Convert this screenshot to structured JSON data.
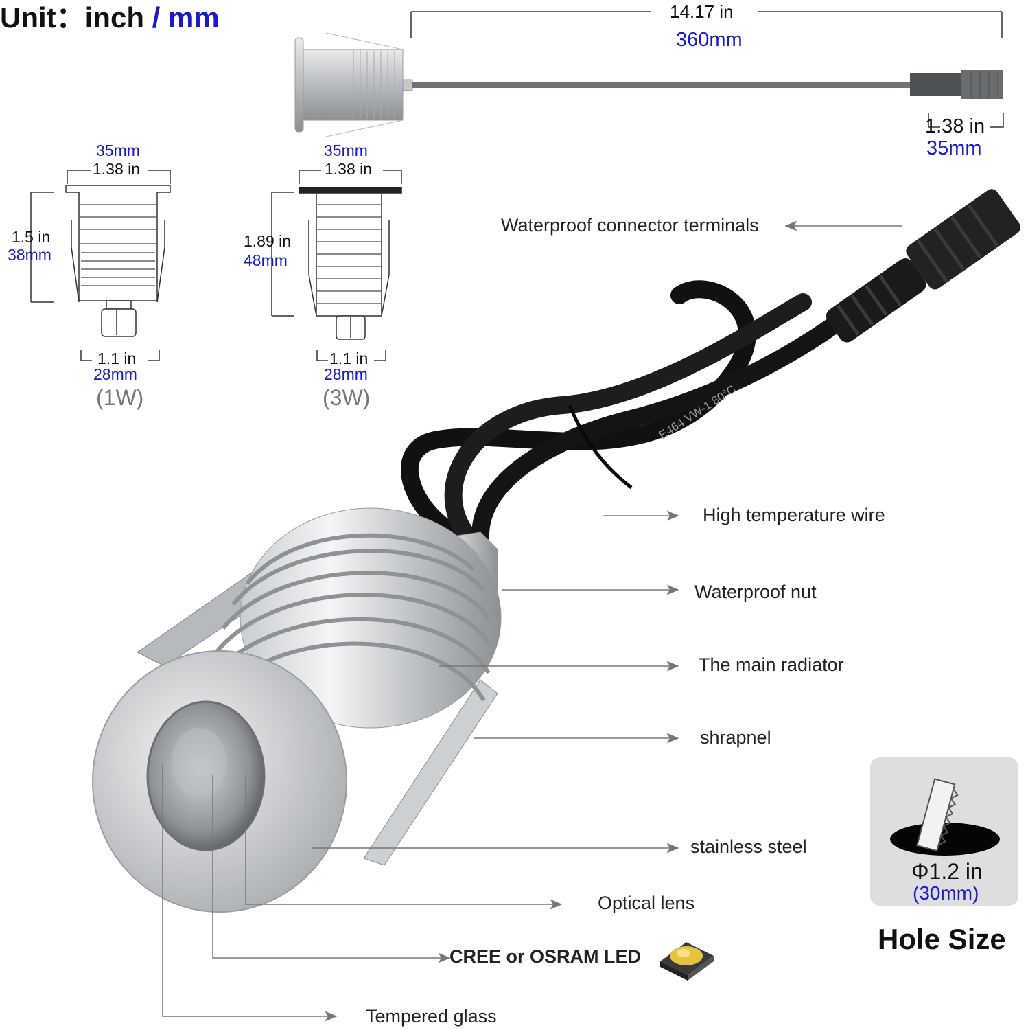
{
  "header": {
    "unit_prefix": "Unit：inch",
    "unit_mm": " / mm"
  },
  "cable": {
    "length_in": "14.17 in",
    "length_mm": "360mm",
    "connector_in": "1.38 in",
    "connector_mm": "35mm"
  },
  "model_1w": {
    "top_mm": "35mm",
    "top_in": "1.38 in",
    "height_in": "1.5 in",
    "height_mm": "38mm",
    "bottom_in": "1.1 in",
    "bottom_mm": "28mm",
    "power": "(1W)"
  },
  "model_3w": {
    "top_mm": "35mm",
    "top_in": "1.38 in",
    "height_in": "1.89 in",
    "height_mm": "48mm",
    "bottom_in": "1.1 in",
    "bottom_mm": "28mm",
    "power": "(3W)"
  },
  "callouts": {
    "connector": "Waterproof connector terminals",
    "wire": "High temperature wire",
    "nut": "Waterproof nut",
    "radiator": "The main radiator",
    "shrapnel": "shrapnel",
    "steel": "stainless steel",
    "lens": "Optical lens",
    "led": "CREE or OSRAM LED",
    "glass": "Tempered glass"
  },
  "wire_print": "E464   VW-1   80°C",
  "hole": {
    "size_in": "Φ1.2 in",
    "size_mm": "(30mm)",
    "title": "Hole Size"
  }
}
